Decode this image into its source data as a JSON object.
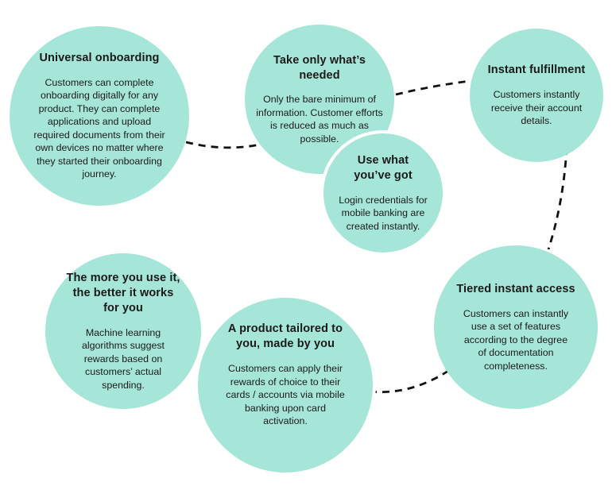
{
  "diagram": {
    "colors": {
      "bubble": "#a6e6d8",
      "text": "#1a1a1a",
      "connector": "#111111",
      "background": "#ffffff"
    },
    "nodes": [
      {
        "id": "universal-onboarding",
        "title": "Universal onboarding",
        "body": "Customers can complete\nonboarding digitally for any\nproduct. They can complete\napplications and upload\nrequired documents from their\nown devices no matter where\nthey started their onboarding\njourney."
      },
      {
        "id": "take-only-whats-needed",
        "title": "Take only what’s\nneeded",
        "body": "Only the bare minimum of\ninformation. Customer efforts\nis reduced as much as\npossible."
      },
      {
        "id": "instant-fulfillment",
        "title": "Instant fulfillment",
        "body": "Customers instantly\nreceive their account\ndetails."
      },
      {
        "id": "use-what-youve-got",
        "title": "Use what\nyou’ve got",
        "body": "Login credentials for\nmobile banking are\ncreated instantly."
      },
      {
        "id": "the-more-you-use-it",
        "title": "The more you use it,\nthe better it works\nfor you",
        "body": "Machine learning\nalgorithms suggest\nrewards based on\ncustomers’ actual\nspending."
      },
      {
        "id": "a-product-tailored",
        "title": "A product tailored to\nyou, made by you",
        "body": "Customers can apply their\nrewards of choice to their\ncards / accounts via mobile\nbanking upon card\nactivation."
      },
      {
        "id": "tiered-instant-access",
        "title": "Tiered instant access",
        "body": "Customers can instantly\nuse a set of features\naccording to the degree\nof documentation\ncompleteness."
      }
    ],
    "connectors": [
      {
        "from": "universal-onboarding",
        "to": "take-only-whats-needed"
      },
      {
        "from": "take-only-whats-needed",
        "to": "instant-fulfillment"
      },
      {
        "from": "instant-fulfillment",
        "to": "tiered-instant-access"
      },
      {
        "from": "tiered-instant-access",
        "to": "a-product-tailored"
      }
    ]
  }
}
